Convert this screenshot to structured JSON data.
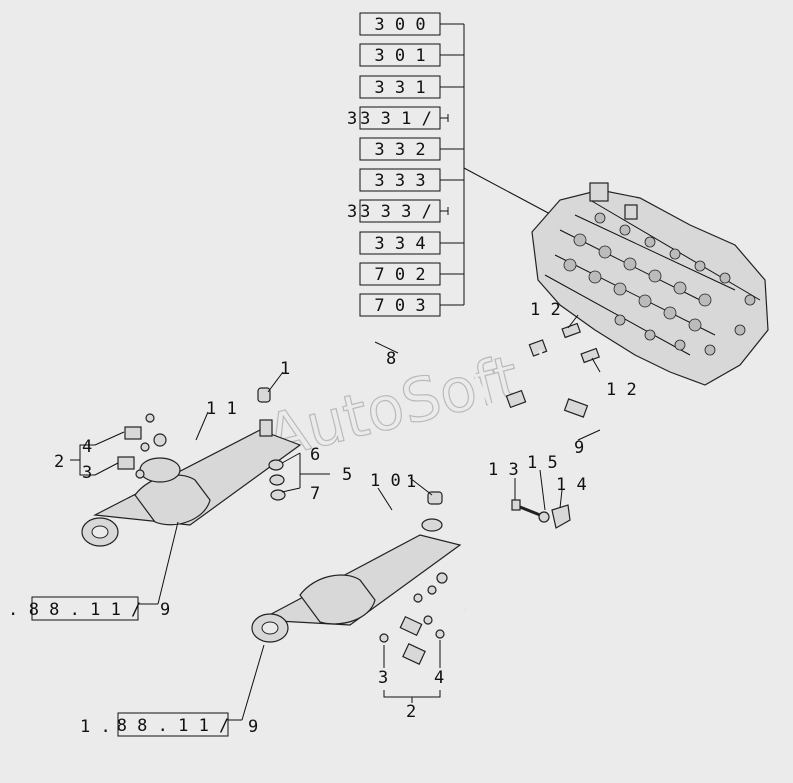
{
  "reference_boxes": [
    "3 0 0",
    "3 0 1",
    "3 3 1",
    "3 3 1 /",
    "3 3 2",
    "3 3 3",
    "3 3 3 /",
    "3 3 4",
    "7 0 2",
    "7 0 3"
  ],
  "box_prefixes": {
    "slash1": "3",
    "slash2": "3"
  },
  "watermark": "AutoSoft",
  "callouts": {
    "c1a": "1",
    "c1b": "1",
    "c2a": "2",
    "c2b": "2",
    "c3a": "3",
    "c3b": "3",
    "c4a": "4",
    "c4b": "4",
    "c5": "5",
    "c6": "6",
    "c7": "7",
    "c8": "8",
    "c9a": "9",
    "c9b": "9",
    "c9c": "9",
    "c10": "1 0",
    "c11": "1 1",
    "c12a": "1 2",
    "c12b": "1 2",
    "c13": "1 3",
    "c14": "1 4",
    "c15": "1 5"
  },
  "ref_left_1": {
    "prefix": ".",
    "box": "8 8 . 1 1 /"
  },
  "ref_left_2": {
    "prefix": "1 .",
    "box": "8 8 . 1 1 /"
  }
}
